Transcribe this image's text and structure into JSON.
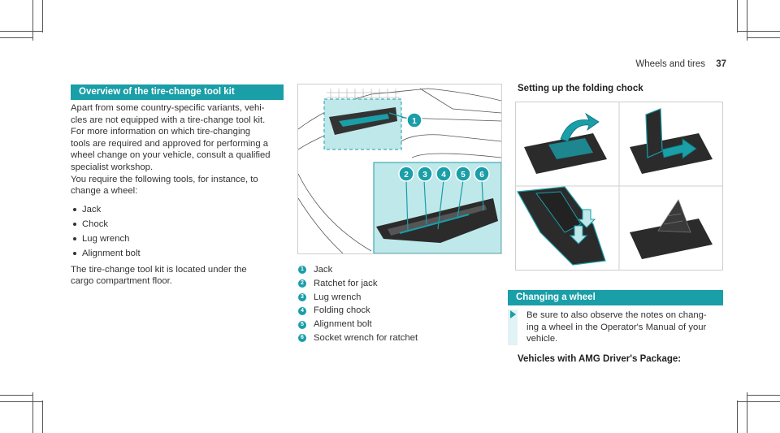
{
  "header": {
    "section": "Wheels and tires",
    "page": "37"
  },
  "left": {
    "heading": "Overview of the tire-change tool kit",
    "lines": [
      "Apart from some country-specific variants, vehi-",
      "cles are not equipped with a tire-change tool kit.",
      "For more information on which tire-changing",
      "tools are required and approved for performing a",
      "wheel change on your vehicle, consult a qualified",
      "specialist workshop.",
      "You require the following tools, for instance, to",
      "change a wheel:"
    ],
    "bullets": [
      "Jack",
      "Chock",
      "Lug wrench",
      "Alignment bolt"
    ],
    "footer_lines": [
      "The tire-change tool kit is located under the",
      "cargo compartment floor."
    ]
  },
  "legend": [
    {
      "num": "1",
      "label": "Jack"
    },
    {
      "num": "2",
      "label": "Ratchet for jack"
    },
    {
      "num": "3",
      "label": "Lug wrench"
    },
    {
      "num": "4",
      "label": "Folding chock"
    },
    {
      "num": "5",
      "label": "Alignment bolt"
    },
    {
      "num": "6",
      "label": "Socket wrench for ratchet"
    }
  ],
  "right": {
    "subheading": "Setting up the folding chock",
    "section2_heading": "Changing a wheel",
    "note_lines": [
      "Be sure to also observe the notes on chang-",
      "ing a wheel in the Operator's Manual of your",
      "vehicle."
    ],
    "subheading2": "Vehicles with AMG Driver's Package:"
  },
  "callouts": [
    "1",
    "2",
    "3",
    "4",
    "5",
    "6"
  ],
  "colors": {
    "accent": "#1a9ea8",
    "highlight": "#bfe8ea"
  }
}
